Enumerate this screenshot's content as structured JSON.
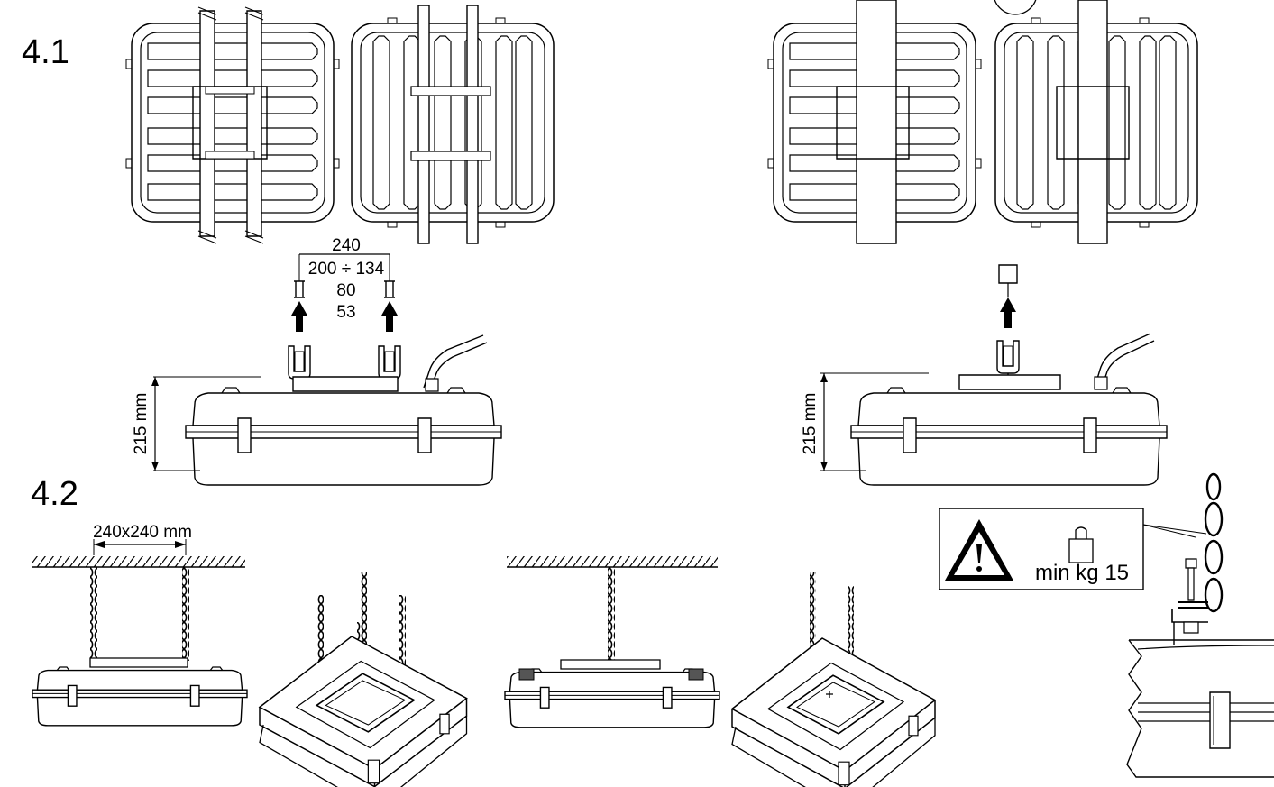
{
  "sections": {
    "s41": "4.1",
    "s42": "4.2"
  },
  "dimensions": {
    "spacing_top": "240",
    "spacing_list": [
      "200 ÷ 134",
      "80",
      "53"
    ],
    "height_left": "215 mm",
    "height_right": "215 mm",
    "chain_spacing": "240x240 mm"
  },
  "warning": {
    "load_label": "min kg 15",
    "icon": "warning-triangle-icon",
    "weight_icon": "weight-icon"
  },
  "colors": {
    "line": "#000000",
    "background": "#ffffff"
  }
}
